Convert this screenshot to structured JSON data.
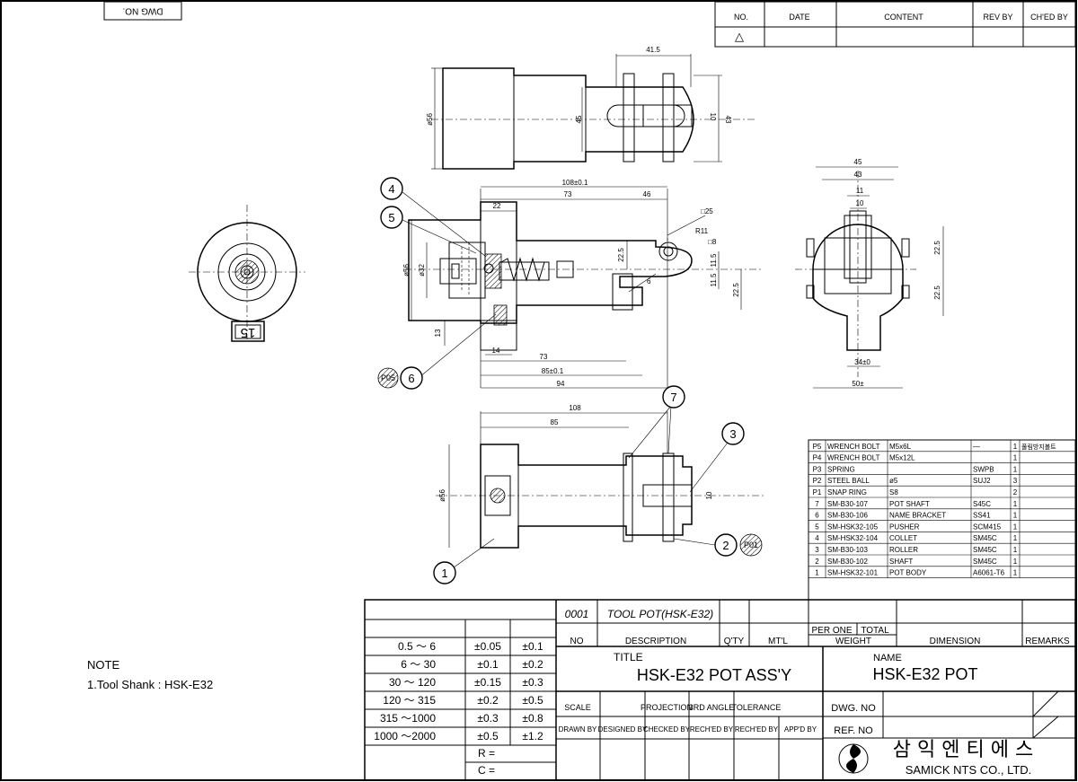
{
  "title_block": {
    "dwg_no_label": "DWG NO.",
    "revision_headers": [
      "NO.",
      "DATE",
      "CONTENT",
      "REV BY",
      "CH'ED BY"
    ],
    "revision_mark": "△",
    "title_label": "TITLE",
    "title_value": "HSK-E32 POT ASS'Y",
    "name_label": "NAME",
    "name_value": "HSK-E32 POT",
    "part_code": "0001",
    "part_desc": "TOOL POT(HSK-E32)",
    "col_no": "NO",
    "col_description": "DESCRIPTION",
    "col_qty": "Q'TY",
    "col_mtl": "MT'L",
    "col_per_one": "PER ONE",
    "col_total": "TOTAL",
    "col_weight": "WEIGHT",
    "col_dimension": "DIMENSION",
    "col_remarks": "REMARKS",
    "scale_label": "SCALE",
    "projection_label": "PROJECTION",
    "angle_label": "3RD ANGLE",
    "tolerance_label": "TOLERANCE",
    "dwg_no_row_label": "DWG. NO",
    "ref_no_label": "REF. NO",
    "sign_labels": [
      "DRAWN BY",
      "DESIGNED BY",
      "CHECKED BY",
      "RECH'ED BY",
      "RECH'ED BY",
      "APP'D BY"
    ],
    "company_korean": "삼 익 엔 티 에 스",
    "company_english": "SAMICK NTS CO., LTD."
  },
  "tolerance_table": {
    "rows": [
      {
        "range": "0.5 ～  6",
        "a": "±0.05",
        "b": "±0.1"
      },
      {
        "range": "6 ～  30",
        "a": "±0.1",
        "b": "±0.2"
      },
      {
        "range": "30 ～  120",
        "a": "±0.15",
        "b": "±0.3"
      },
      {
        "range": "120 ～  315",
        "a": "±0.2",
        "b": "±0.5"
      },
      {
        "range": "315 ～1000",
        "a": "±0.3",
        "b": "±0.8"
      },
      {
        "range": "1000 ～2000",
        "a": "±0.5",
        "b": "±1.2"
      }
    ],
    "r_label": "R =",
    "c_label": "C ="
  },
  "parts_list": [
    {
      "no": "P5",
      "code": "WRENCH BOLT",
      "desc": "M5x6L",
      "mtl": "—",
      "qty": "1",
      "remark": "풀림방지볼트"
    },
    {
      "no": "P4",
      "code": "WRENCH BOLT",
      "desc": "M5x12L",
      "mtl": "",
      "qty": "1",
      "remark": ""
    },
    {
      "no": "P3",
      "code": "SPRING",
      "desc": "",
      "mtl": "SWPB",
      "qty": "1",
      "remark": ""
    },
    {
      "no": "P2",
      "code": "STEEL BALL",
      "desc": "ø5",
      "mtl": "SUJ2",
      "qty": "3",
      "remark": ""
    },
    {
      "no": "P1",
      "code": "SNAP RING",
      "desc": "S8",
      "mtl": "",
      "qty": "2",
      "remark": ""
    },
    {
      "no": "7",
      "code": "SM-B30-107",
      "desc": "POT SHAFT",
      "mtl": "S45C",
      "qty": "1",
      "remark": ""
    },
    {
      "no": "6",
      "code": "SM-B30-106",
      "desc": "NAME BRACKET",
      "mtl": "SS41",
      "qty": "1",
      "remark": ""
    },
    {
      "no": "5",
      "code": "SM-HSK32-105",
      "desc": "PUSHER",
      "mtl": "SCM415",
      "qty": "1",
      "remark": ""
    },
    {
      "no": "4",
      "code": "SM-HSK32-104",
      "desc": "COLLET",
      "mtl": "SM45C",
      "qty": "1",
      "remark": ""
    },
    {
      "no": "3",
      "code": "SM-B30-103",
      "desc": "ROLLER",
      "mtl": "SM45C",
      "qty": "1",
      "remark": ""
    },
    {
      "no": "2",
      "code": "SM-B30-102",
      "desc": "SHAFT",
      "mtl": "SM45C",
      "qty": "1",
      "remark": ""
    },
    {
      "no": "1",
      "code": "SM-HSK32-101",
      "desc": "POT BODY",
      "mtl": "A6061-T6",
      "qty": "1",
      "remark": ""
    }
  ],
  "note": {
    "heading": "NOTE",
    "line1": "1.Tool Shank : HSK-E32"
  },
  "balloons": [
    "1",
    "2",
    "3",
    "4",
    "5",
    "6",
    "7",
    "P01",
    "P05"
  ],
  "end_view_label": "15",
  "dimensions": {
    "top_view": {
      "d_41_5": "41.5",
      "d_56": "ø56",
      "d_45": "45",
      "d_43": "43",
      "d_10": "10"
    },
    "section_view": {
      "d_108": "108±0.1",
      "d_73": "73",
      "d_46": "46",
      "d_22": "22",
      "d_25": "□25",
      "d_r11": "R11",
      "d_8": "□8",
      "d_56": "ø56",
      "d_32": "ø32",
      "d_22_5a": "22.5",
      "d_11_5a": "11.5",
      "d_11_5b": "11.5",
      "d_22_5b": "22.5",
      "d_6": "6",
      "d_13": "13",
      "d_14": "14",
      "d_73b": "73",
      "d_85": "85±0.1",
      "d_94": "94"
    },
    "side_view": {
      "d_45": "45",
      "d_43": "43",
      "d_11": "11",
      "d_10": "10",
      "d_22_5a": "22.5",
      "d_22_5b": "22.5",
      "d_34": "34±0",
      "d_50": "50±"
    },
    "bottom_view": {
      "d_108": "108",
      "d_85": "85",
      "d_56": "ø56",
      "d_10": "10"
    }
  }
}
